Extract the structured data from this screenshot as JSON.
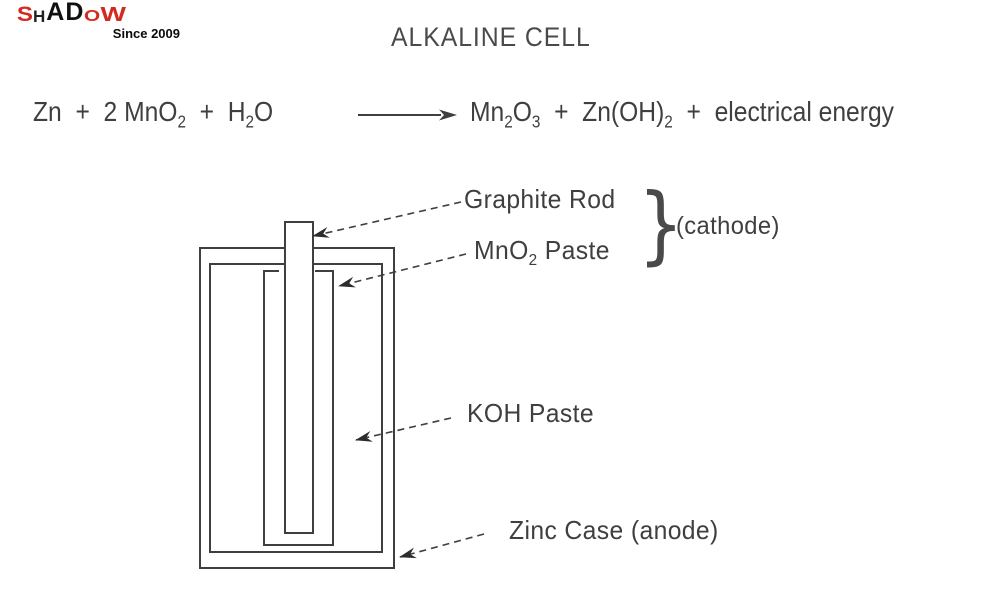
{
  "logo": {
    "l1": "S",
    "l2": "H",
    "l3": "A",
    "l4": "D",
    "l5": "O",
    "l6": "W",
    "tagline": "Since 2009",
    "red": "#d42a1e",
    "black": "#111111"
  },
  "title": "ALKALINE CELL",
  "equation": {
    "lhs_segments": [
      {
        "t": "Zn  +  2 MnO"
      },
      {
        "sub": "2"
      },
      {
        "t": "  +  H"
      },
      {
        "sub": "2"
      },
      {
        "t": "O"
      }
    ],
    "rhs_segments": [
      {
        "t": "Mn"
      },
      {
        "sub": "2"
      },
      {
        "t": "O"
      },
      {
        "sub": "3"
      },
      {
        "t": "  +  Zn(OH)"
      },
      {
        "sub": "2"
      },
      {
        "t": "  +  electrical energy"
      }
    ]
  },
  "diagram": {
    "line_color": "#3f3f3f",
    "labels": {
      "graphite_rod_segments": [
        {
          "t": "Graphite Rod"
        }
      ],
      "mno2_paste_segments": [
        {
          "t": "MnO"
        },
        {
          "sub": "2"
        },
        {
          "t": " Paste"
        }
      ],
      "brace": "}",
      "cathode": "(cathode)",
      "koh_paste": "KOH Paste",
      "zinc_case": "Zinc Case (anode)"
    },
    "parts": {
      "outer": "zinc-case",
      "inner": "inner-liner",
      "middle": "mno2-paste-container",
      "rod": "graphite-rod"
    }
  }
}
